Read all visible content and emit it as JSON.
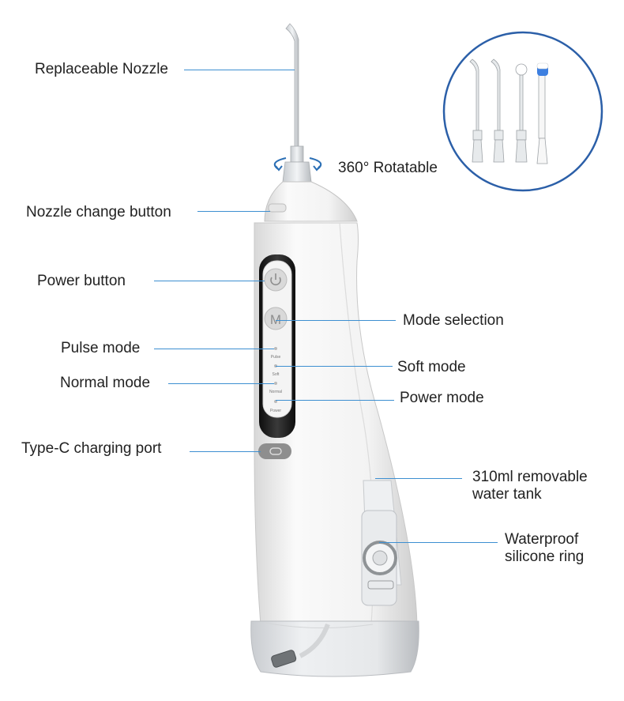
{
  "labels": {
    "replaceable_nozzle": "Replaceable Nozzle",
    "rotatable": "360° Rotatable",
    "nozzle_change_button": "Nozzle change button",
    "power_button": "Power button",
    "mode_selection": "Mode selection",
    "pulse_mode": "Pulse mode",
    "soft_mode": "Soft mode",
    "normal_mode": "Normal mode",
    "power_mode": "Power mode",
    "type_c_port": "Type-C charging port",
    "water_tank_line1": "310ml removable",
    "water_tank_line2": "water tank",
    "silicone_ring_line1": "Waterproof",
    "silicone_ring_line2": "silicone ring"
  },
  "device_panel": {
    "mode_button_letter": "M",
    "indicator_pulse": "Pulse",
    "indicator_soft": "Soft",
    "indicator_normal": "Normal",
    "indicator_power": "Power"
  },
  "colors": {
    "leader_line": "#3d8fd1",
    "inset_circle": "#2b5fa8",
    "body_white": "#f4f4f4",
    "panel_dark": "#1a1a1a"
  },
  "icons": [
    "rotation-arrows-icon",
    "power-icon",
    "usb-c-icon"
  ]
}
